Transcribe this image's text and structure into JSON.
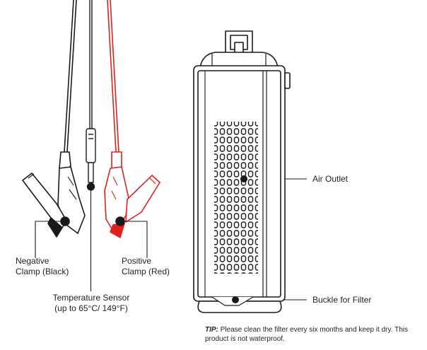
{
  "labels": {
    "negative_clamp": [
      "Negative",
      "Clamp (Black)"
    ],
    "positive_clamp": [
      "Positive",
      "Clamp (Red)"
    ],
    "temperature_sensor": [
      "Temperature Sensor",
      "(up to 65°C/ 149°F)"
    ],
    "air_outlet": "Air Outlet",
    "buckle_for_filter": "Buckle for Filter"
  },
  "tip": {
    "prefix": "TIP:",
    "text": "Please clean the filter every six months and keep it dry. This product is not waterproof."
  },
  "colors": {
    "line": "#1a1a1a",
    "positive": "#e0201c",
    "negative": "#1a1a1a"
  }
}
